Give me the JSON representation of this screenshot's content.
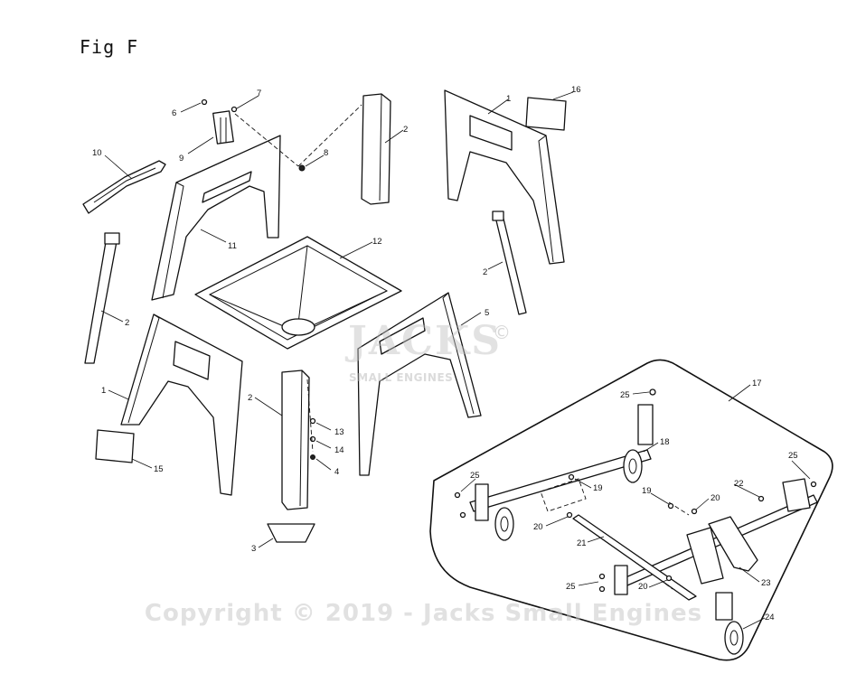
{
  "figure": {
    "title": "Fig F"
  },
  "watermark": {
    "main": "JACKS",
    "sub": "SMALL ENGINES",
    "registered": "©",
    "copyright": "Copyright © 2019 - Jacks Small Engines"
  },
  "callouts": [
    {
      "id": "c7",
      "label": "7"
    },
    {
      "id": "c6",
      "label": "6"
    },
    {
      "id": "c9",
      "label": "9"
    },
    {
      "id": "c8",
      "label": "8"
    },
    {
      "id": "c10",
      "label": "10"
    },
    {
      "id": "c11",
      "label": "11"
    },
    {
      "id": "c2a",
      "label": "2"
    },
    {
      "id": "c1a",
      "label": "1"
    },
    {
      "id": "c16",
      "label": "16"
    },
    {
      "id": "c2b",
      "label": "2"
    },
    {
      "id": "c12",
      "label": "12"
    },
    {
      "id": "c2c",
      "label": "2"
    },
    {
      "id": "c1b",
      "label": "1"
    },
    {
      "id": "c15",
      "label": "15"
    },
    {
      "id": "c2d",
      "label": "2"
    },
    {
      "id": "c13",
      "label": "13"
    },
    {
      "id": "c14",
      "label": "14"
    },
    {
      "id": "c4",
      "label": "4"
    },
    {
      "id": "c3",
      "label": "3"
    },
    {
      "id": "c5",
      "label": "5"
    },
    {
      "id": "c17",
      "label": "17"
    },
    {
      "id": "c25a",
      "label": "25"
    },
    {
      "id": "c18",
      "label": "18"
    },
    {
      "id": "c25b",
      "label": "25"
    },
    {
      "id": "c25c",
      "label": "25"
    },
    {
      "id": "c19a",
      "label": "19"
    },
    {
      "id": "c19b",
      "label": "19"
    },
    {
      "id": "c22",
      "label": "22"
    },
    {
      "id": "c20a",
      "label": "20"
    },
    {
      "id": "c20b",
      "label": "20"
    },
    {
      "id": "c21",
      "label": "21"
    },
    {
      "id": "c25d",
      "label": "25"
    },
    {
      "id": "c20c",
      "label": "20"
    },
    {
      "id": "c23",
      "label": "23"
    },
    {
      "id": "c24",
      "label": "24"
    }
  ]
}
